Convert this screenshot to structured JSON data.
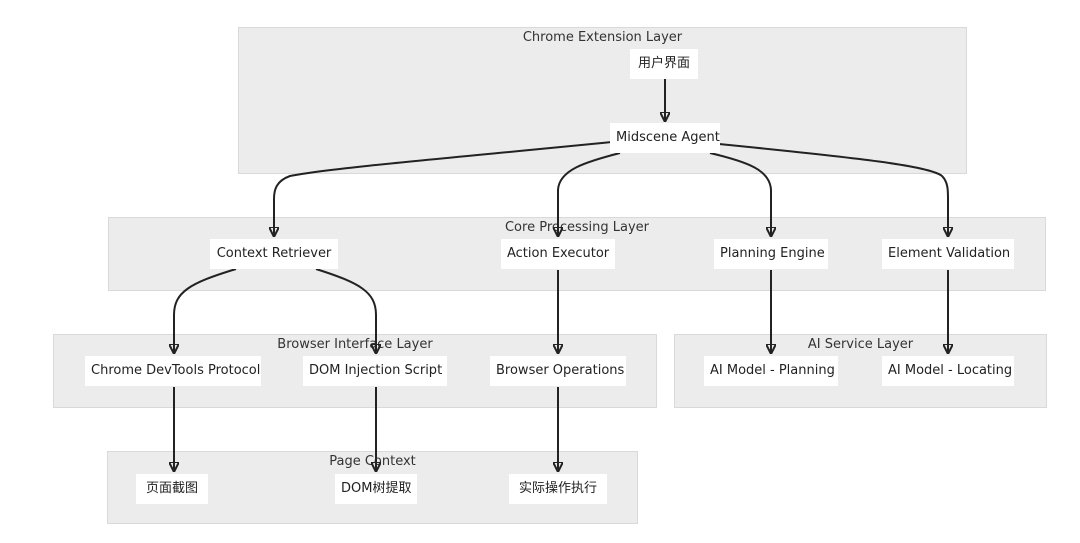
{
  "layers": {
    "chrome_extension": "Chrome Extension Layer",
    "core_processing": "Core Processing Layer",
    "browser_interface": "Browser Interface Layer",
    "ai_service": "AI Service Layer",
    "page_context": "Page Context"
  },
  "nodes": {
    "user_interface": "用户界面",
    "midscene_agent": "Midscene Agent",
    "context_retriever": "Context Retriever",
    "action_executor": "Action Executor",
    "planning_engine": "Planning Engine",
    "element_validation": "Element Validation",
    "chrome_devtools_protocol": "Chrome DevTools Protocol",
    "dom_injection_script": "DOM Injection Script",
    "browser_operations": "Browser Operations",
    "ai_model_planning": "AI Model - Planning",
    "ai_model_locating": "AI Model - Locating",
    "page_screenshot": "页面截图",
    "dom_tree_extract": "DOM树提取",
    "actual_operation_execution": "实际操作执行"
  },
  "colors": {
    "layer_background": "#ececec",
    "node_background": "#ffffff",
    "edge": "#222222"
  }
}
